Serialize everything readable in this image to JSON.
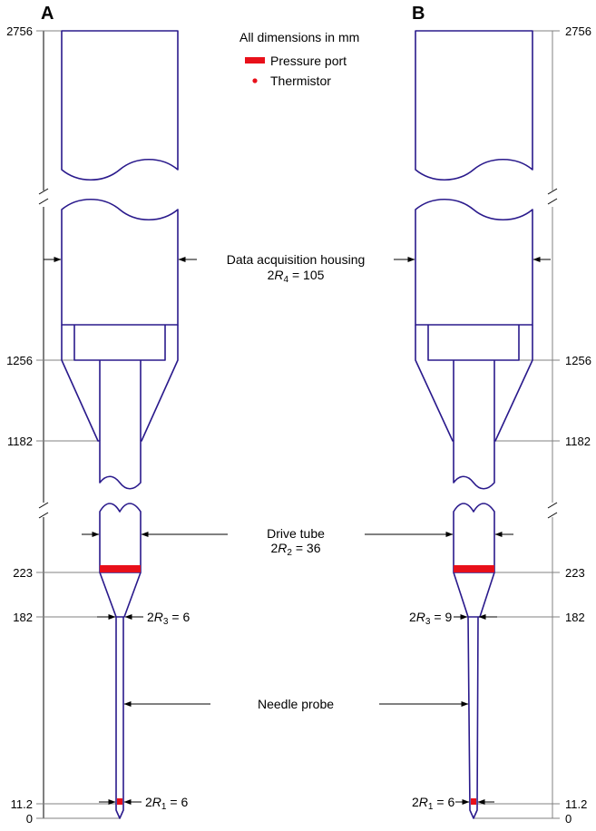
{
  "header": {
    "panel_a": "A",
    "panel_b": "B",
    "units_note": "All dimensions in mm"
  },
  "legend": {
    "pressure_port": "Pressure port",
    "thermistor": "Thermistor",
    "pressure_color": "#e8101a",
    "thermistor_color": "#e8101a"
  },
  "left_axis": {
    "ticks": [
      "2756",
      "1256",
      "1182",
      "223",
      "182",
      "11.2",
      "0"
    ]
  },
  "right_axis": {
    "ticks": [
      "2756",
      "1256",
      "1182",
      "223",
      "182",
      "11.2",
      "0"
    ]
  },
  "labels": {
    "housing": "Data acquisition housing",
    "housing_dim_prefix": "2",
    "housing_dim_var": "R",
    "housing_dim_sub": "4",
    "housing_dim_val": " = 105",
    "drive": "Drive tube",
    "drive_dim_prefix": "2",
    "drive_dim_var": "R",
    "drive_dim_sub": "2",
    "drive_dim_val": " = 36",
    "needle": "Needle probe",
    "a_r3_prefix": "2",
    "a_r3_var": "R",
    "a_r3_sub": "3",
    "a_r3_val": " = 6",
    "b_r3_prefix": "2",
    "b_r3_var": "R",
    "b_r3_sub": "3",
    "b_r3_val": " = 9",
    "a_r1_prefix": "2",
    "a_r1_var": "R",
    "a_r1_sub": "1",
    "a_r1_val": " = 6",
    "b_r1_prefix": "2",
    "b_r1_var": "R",
    "b_r1_sub": "1",
    "b_r1_val": " = 6"
  },
  "colors": {
    "outline": "#2a1a8c",
    "port": "#e8101a"
  }
}
